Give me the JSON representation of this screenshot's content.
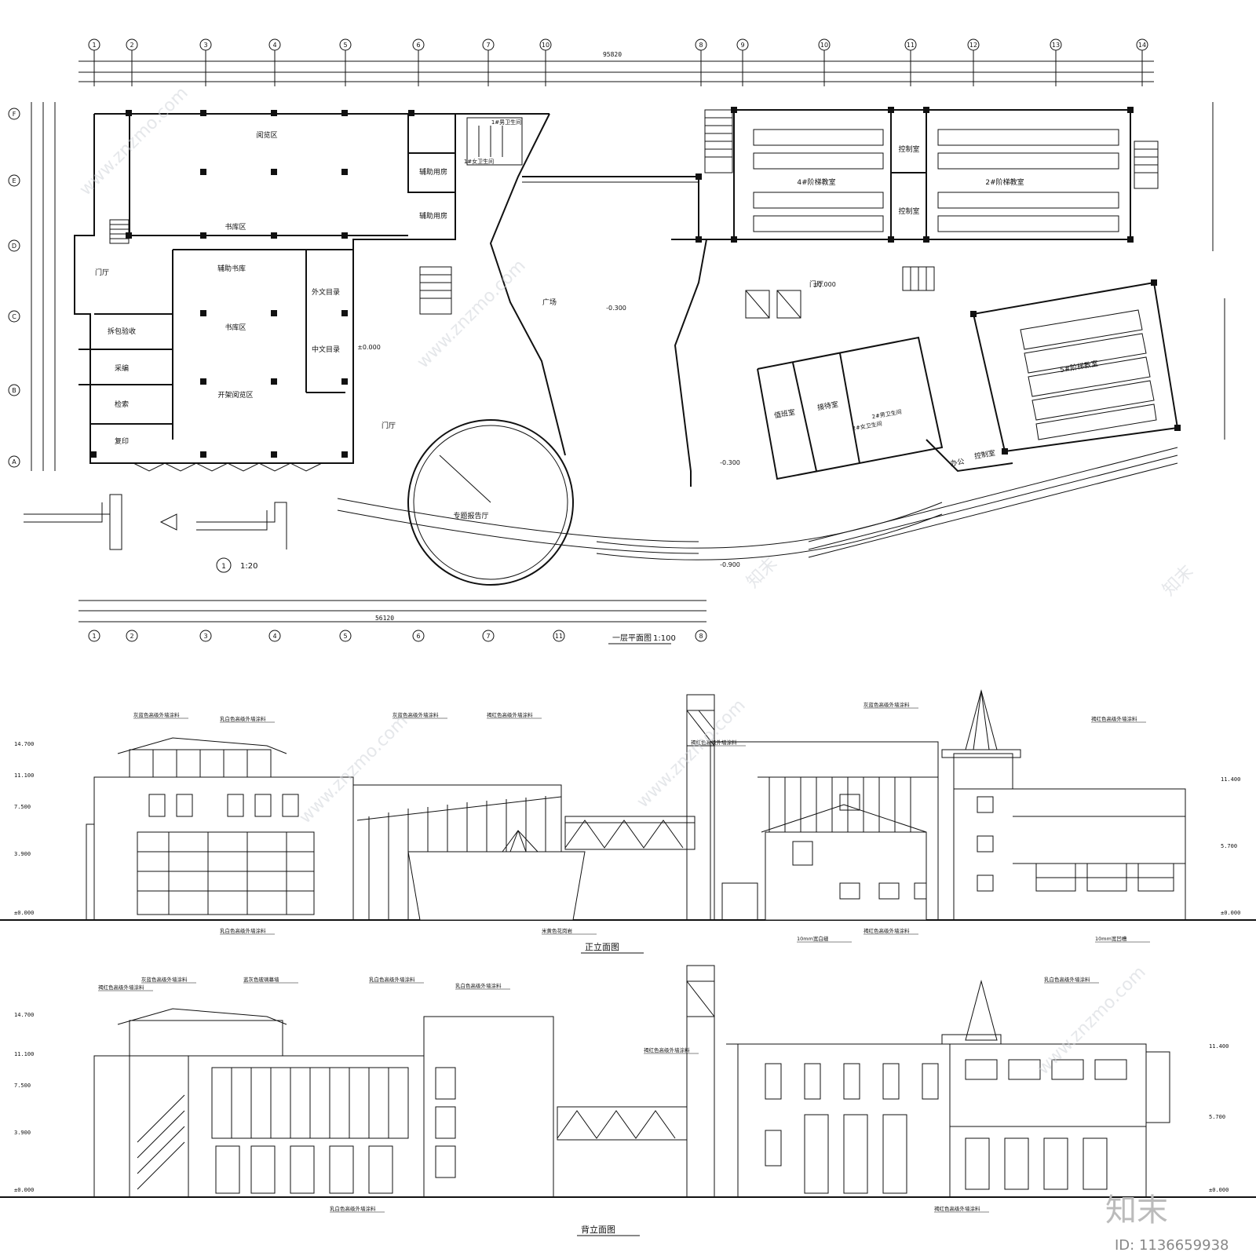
{
  "plan": {
    "title": "一层平面图",
    "scale": "1:100",
    "detail_scale": "1:20",
    "detail_no": "1",
    "top_axes": [
      "1",
      "2",
      "3",
      "4",
      "5",
      "6",
      "7",
      "10",
      "8",
      "9",
      "10",
      "11",
      "12",
      "13",
      "14"
    ],
    "bottom_axes": [
      "1",
      "2",
      "3",
      "4",
      "5",
      "6",
      "7",
      "11",
      "8"
    ],
    "side_axes": [
      "F",
      "E",
      "D",
      "C",
      "B",
      "A"
    ],
    "total_top": "95820",
    "total_bottom": "56120",
    "rooms": {
      "reading": "阅览区",
      "stack": "书库区",
      "hall_left": "门厅",
      "aux_stack": "辅助书库",
      "foreign": "外文目录",
      "chinese": "中文目录",
      "stack2": "书库区",
      "open_reading": "开架阅览区",
      "sorting": "拆包验收",
      "purchase": "采编",
      "retrieve": "检索",
      "copy": "复印",
      "aux1": "辅助用房",
      "aux2": "辅助用房",
      "wc1": "1#男卫生间",
      "wc1f": "1#女卫生间",
      "plaza": "广场",
      "lecture": "专题报告厅",
      "hall_entry": "门厅",
      "class4": "4#阶梯教室",
      "class2": "2#阶梯教室",
      "class5": "5#阶梯教室",
      "control1": "控制室",
      "control2": "控制室",
      "control3": "控制室",
      "hall_right": "门厅",
      "duty": "值班室",
      "reception": "接待室",
      "office": "办公",
      "wc2": "2#男卫生间",
      "wc2f": "2#女卫生间"
    },
    "levels": [
      "±0.000",
      "-0.300",
      "-0.900",
      "-0.300",
      "±0.000"
    ]
  },
  "front": {
    "title": "正立面图",
    "notes": [
      "灰蓝色高级外墙涂料",
      "乳白色高级外墙涂料",
      "灰蓝色高级外墙涂料",
      "褐红色高级外墙涂料",
      "褐红色高级外墙涂料",
      "灰蓝色高级外墙涂料",
      "褐红色高级外墙涂料",
      "乳白色高级外墙涂料",
      "米黄色花岗岩",
      "褐红色高级外墙涂料",
      "10mm宽白缝",
      "10mm宽凹槽"
    ],
    "levels_left": [
      "14.700",
      "11.100",
      "7.500",
      "3.900",
      "±0.000"
    ],
    "levels_right": [
      "11.400",
      "5.700",
      "±0.000"
    ]
  },
  "rear": {
    "title": "背立面图",
    "notes": [
      "褐红色高级外墙涂料",
      "灰蓝色高级外墙涂料",
      "蓝灰色玻璃幕墙",
      "乳白色高级外墙涂料",
      "乳白色高级外墙涂料",
      "褐红色高级外墙涂料",
      "乳白色高级外墙涂料",
      "乳白色高级外墙涂料",
      "褐红色高级外墙涂料"
    ],
    "levels_left": [
      "14.700",
      "11.100",
      "7.500",
      "3.900",
      "±0.000"
    ],
    "levels_right": [
      "11.400",
      "5.700",
      "±0.000"
    ]
  },
  "watermark": {
    "site": "www.znzmo.com",
    "brand": "知末",
    "id_text": "ID: 1136659938"
  }
}
